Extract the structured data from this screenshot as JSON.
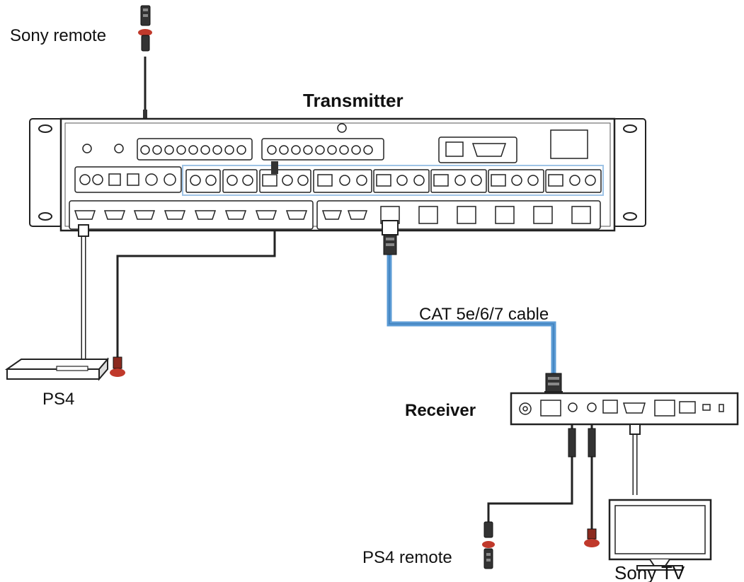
{
  "labels": {
    "sony_remote": "Sony remote",
    "transmitter": "Transmitter",
    "cable": "CAT 5e/6/7 cable",
    "ps4": "PS4",
    "receiver": "Receiver",
    "ps4_remote": "PS4 remote",
    "sony_tv": "Sony TV"
  },
  "colors": {
    "cable_blue": "#5b9bd5",
    "ir_red": "#c0392b",
    "panel_highlight": "#9ec3e6",
    "outline": "#222222"
  }
}
